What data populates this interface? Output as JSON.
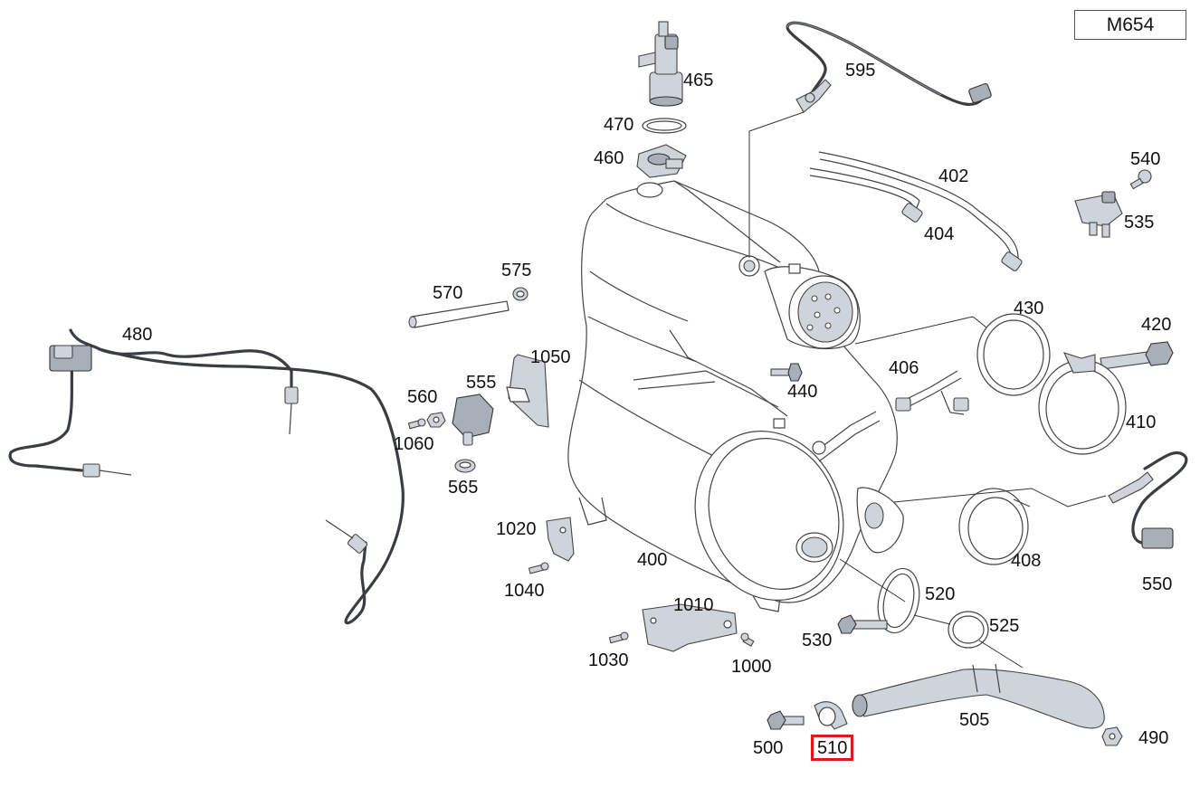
{
  "model_code": "M654",
  "highlighted_part": "510",
  "parts": [
    {
      "id": "595",
      "label": "595"
    },
    {
      "id": "465",
      "label": "465"
    },
    {
      "id": "470",
      "label": "470"
    },
    {
      "id": "460",
      "label": "460"
    },
    {
      "id": "402",
      "label": "402"
    },
    {
      "id": "404",
      "label": "404"
    },
    {
      "id": "540",
      "label": "540"
    },
    {
      "id": "535",
      "label": "535"
    },
    {
      "id": "575",
      "label": "575"
    },
    {
      "id": "570",
      "label": "570"
    },
    {
      "id": "480",
      "label": "480"
    },
    {
      "id": "430",
      "label": "430"
    },
    {
      "id": "420",
      "label": "420"
    },
    {
      "id": "1050",
      "label": "1050"
    },
    {
      "id": "555",
      "label": "555"
    },
    {
      "id": "560",
      "label": "560"
    },
    {
      "id": "406",
      "label": "406"
    },
    {
      "id": "440",
      "label": "440"
    },
    {
      "id": "410",
      "label": "410"
    },
    {
      "id": "1060",
      "label": "1060"
    },
    {
      "id": "565",
      "label": "565"
    },
    {
      "id": "1020",
      "label": "1020"
    },
    {
      "id": "400",
      "label": "400"
    },
    {
      "id": "408",
      "label": "408"
    },
    {
      "id": "550",
      "label": "550"
    },
    {
      "id": "1040",
      "label": "1040"
    },
    {
      "id": "520",
      "label": "520"
    },
    {
      "id": "1010",
      "label": "1010"
    },
    {
      "id": "525",
      "label": "525"
    },
    {
      "id": "530",
      "label": "530"
    },
    {
      "id": "1030",
      "label": "1030"
    },
    {
      "id": "1000",
      "label": "1000"
    },
    {
      "id": "505",
      "label": "505"
    },
    {
      "id": "490",
      "label": "490"
    },
    {
      "id": "500",
      "label": "500"
    },
    {
      "id": "510",
      "label": "510"
    }
  ]
}
